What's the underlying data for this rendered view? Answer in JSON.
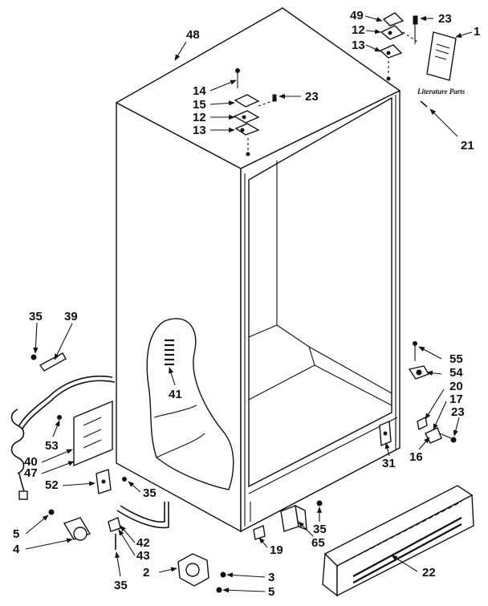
{
  "callouts": {
    "c48": "48",
    "c49": "49",
    "c23a": "23",
    "c1": "1",
    "c12a": "12",
    "c13a": "13",
    "literature": "Literature Parts",
    "c14": "14",
    "c15": "15",
    "c23b": "23",
    "c12b": "12",
    "c13b": "13",
    "c21": "21",
    "c35a": "35",
    "c39": "39",
    "c41": "41",
    "c55": "55",
    "c54": "54",
    "c20": "20",
    "c17": "17",
    "c23c": "23",
    "c16": "16",
    "c53": "53",
    "c40": "40",
    "c47": "47",
    "c52": "52",
    "c35b": "35",
    "c31": "31",
    "c5a": "5",
    "c4": "4",
    "c42": "42",
    "c43": "43",
    "c35c": "35",
    "c19": "19",
    "c35d": "35",
    "c65": "65",
    "c2": "2",
    "c3": "3",
    "c5b": "5",
    "c22": "22"
  }
}
